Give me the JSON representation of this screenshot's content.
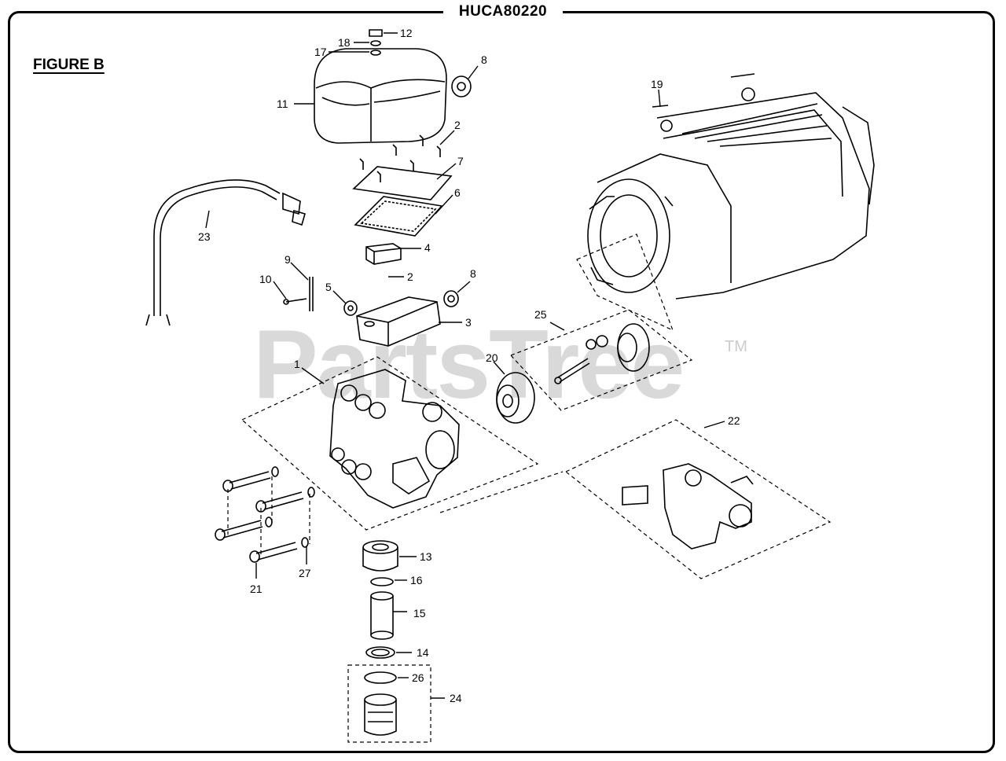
{
  "header": {
    "model_code": "HUCA80220"
  },
  "figure_label": "FIGURE B",
  "watermark": {
    "text": "PartsTree",
    "trademark": "TM"
  },
  "callouts": [
    {
      "id": "c12",
      "label": "12"
    },
    {
      "id": "c18",
      "label": "18"
    },
    {
      "id": "c17",
      "label": "17"
    },
    {
      "id": "c8a",
      "label": "8"
    },
    {
      "id": "c11",
      "label": "11"
    },
    {
      "id": "c19",
      "label": "19"
    },
    {
      "id": "c2a",
      "label": "2"
    },
    {
      "id": "c7",
      "label": "7"
    },
    {
      "id": "c6",
      "label": "6"
    },
    {
      "id": "c23",
      "label": "23"
    },
    {
      "id": "c4",
      "label": "4"
    },
    {
      "id": "c9",
      "label": "9"
    },
    {
      "id": "c10",
      "label": "10"
    },
    {
      "id": "c2b",
      "label": "2"
    },
    {
      "id": "c5",
      "label": "5"
    },
    {
      "id": "c8b",
      "label": "8"
    },
    {
      "id": "c3",
      "label": "3"
    },
    {
      "id": "c25",
      "label": "25"
    },
    {
      "id": "c1",
      "label": "1"
    },
    {
      "id": "c20",
      "label": "20"
    },
    {
      "id": "c22",
      "label": "22"
    },
    {
      "id": "c13",
      "label": "13"
    },
    {
      "id": "c16",
      "label": "16"
    },
    {
      "id": "c15",
      "label": "15"
    },
    {
      "id": "c14",
      "label": "14"
    },
    {
      "id": "c26",
      "label": "26"
    },
    {
      "id": "c24",
      "label": "24"
    },
    {
      "id": "c21",
      "label": "21"
    },
    {
      "id": "c27",
      "label": "27"
    }
  ]
}
